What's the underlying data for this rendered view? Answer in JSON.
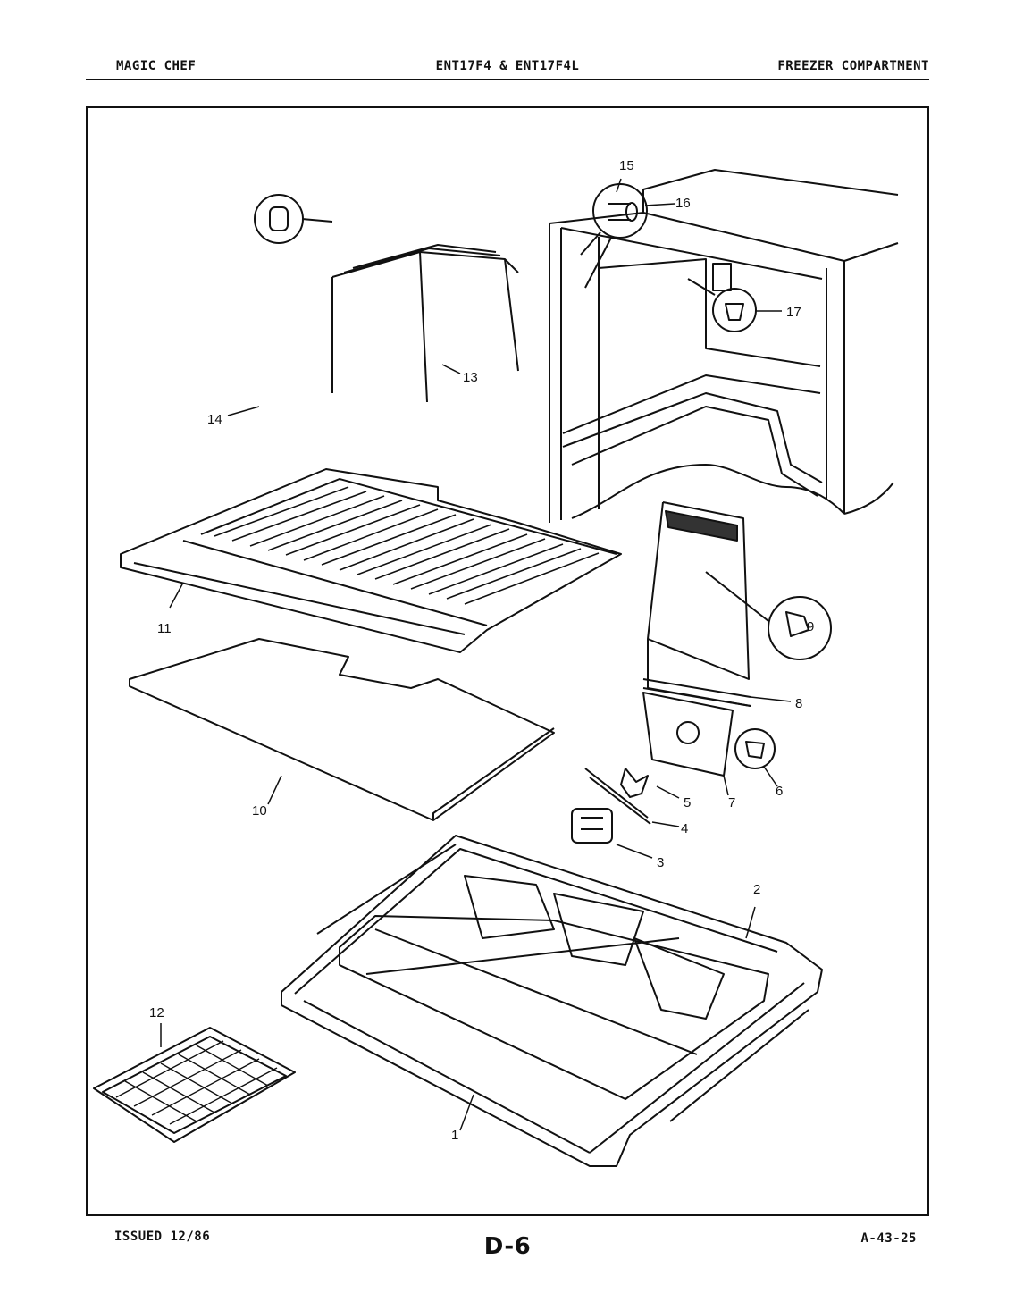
{
  "header": {
    "brand": "MAGIC CHEF",
    "models": "ENT17F4 & ENT17F4L",
    "section": "FREEZER COMPARTMENT"
  },
  "footer": {
    "issued": "ISSUED 12/86",
    "page": "D-6",
    "code": "A-43-25"
  },
  "callouts": {
    "p1": "1",
    "p2": "2",
    "p3": "3",
    "p4": "4",
    "p5": "5",
    "p6": "6",
    "p7": "7",
    "p8": "8",
    "p9": "9",
    "p10": "10",
    "p11": "11",
    "p12": "12",
    "p13": "13",
    "p14": "14",
    "p15": "15",
    "p16": "16",
    "p17": "17"
  }
}
